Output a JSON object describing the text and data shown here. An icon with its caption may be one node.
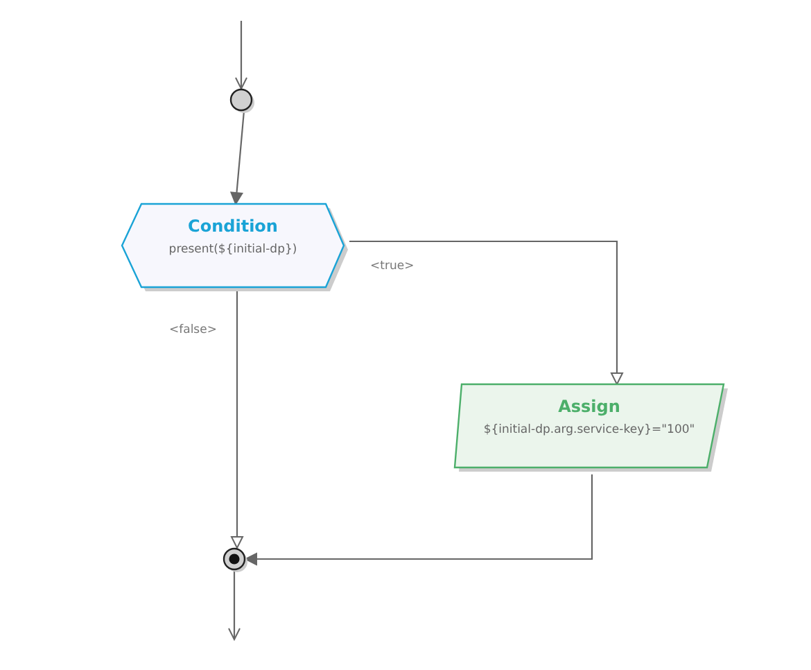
{
  "diagram": {
    "nodes": [
      {
        "text": [],
        "shape": "circle"
      },
      {
        "text": [
          "Condition",
          "present(${initial-dp})"
        ]
      },
      {
        "text": [
          "Assign",
          "${initial-dp.arg.service-key}=\"100\""
        ]
      },
      {
        "text": [],
        "shape": "circle"
      }
    ],
    "edges": [
      {
        "from": null,
        "to": 0,
        "arrow": "to"
      },
      {
        "from": 0,
        "to": 1,
        "arrow": "to"
      },
      {
        "from": 1,
        "to": 2,
        "arrow": "to",
        "label": "<true>"
      },
      {
        "from": 1,
        "to": 3,
        "arrow": "to",
        "label": "<false>"
      },
      {
        "from": 2,
        "to": 3,
        "arrow": "to"
      },
      {
        "from": 3,
        "to": null,
        "arrow": "to"
      }
    ]
  }
}
